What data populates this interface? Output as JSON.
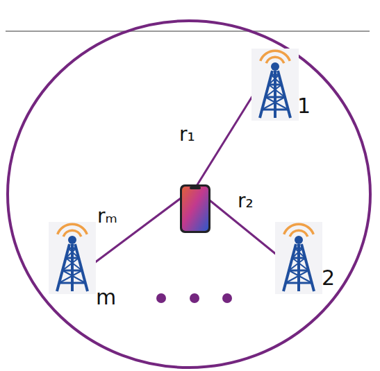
{
  "diagram": {
    "labels": [
      "1",
      "2",
      "m",
      "r₁",
      "r₂",
      "rₘ"
    ]
  }
}
